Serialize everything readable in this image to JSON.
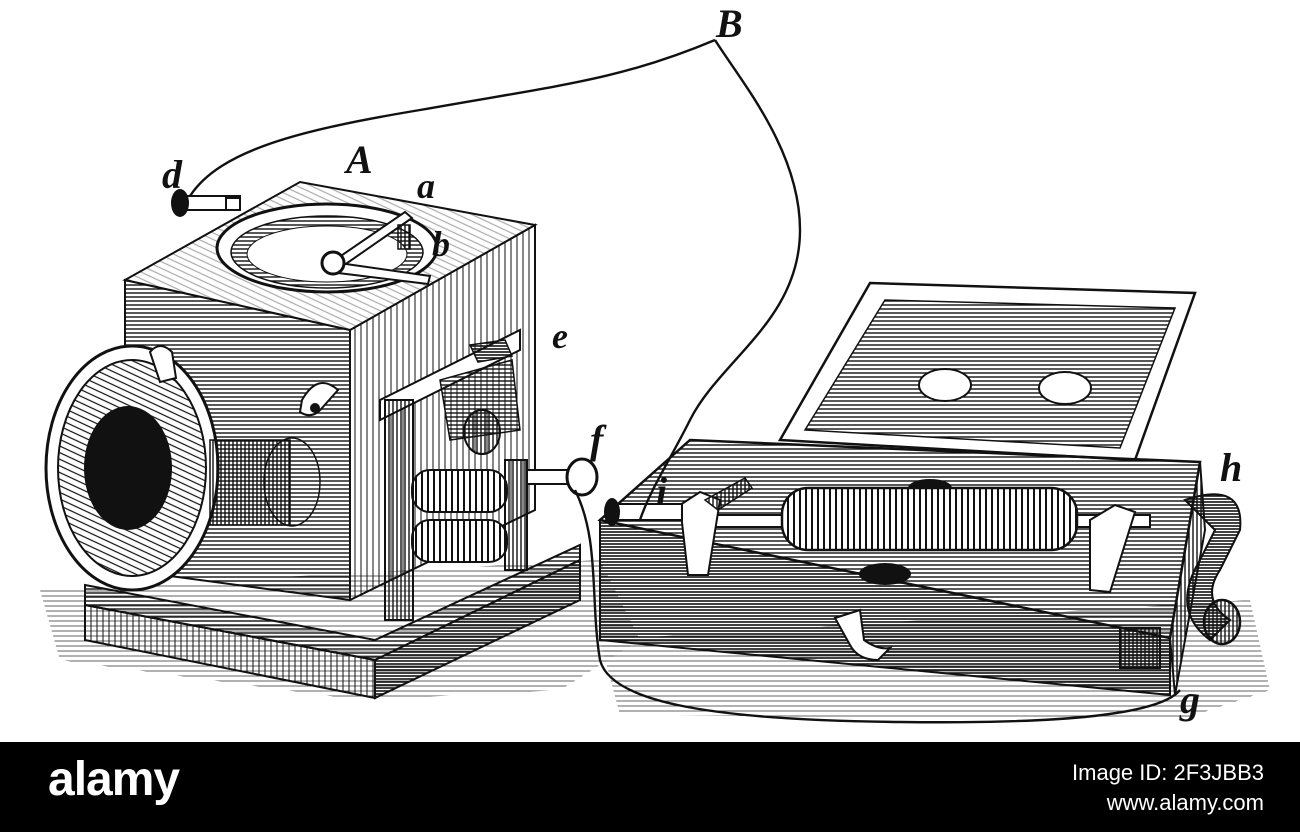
{
  "labels": {
    "B": "B",
    "A": "A",
    "a": "a",
    "b": "b",
    "d": "d",
    "e": "e",
    "f": "f",
    "h": "h",
    "i": "i",
    "g": "g"
  },
  "footer": {
    "brand": "alamy",
    "image_id": "Image ID: 2F3JBB3",
    "site": "www.alamy.com"
  },
  "colors": {
    "ink": "#111111",
    "paper": "#ffffff",
    "footer_bg": "#000000"
  }
}
